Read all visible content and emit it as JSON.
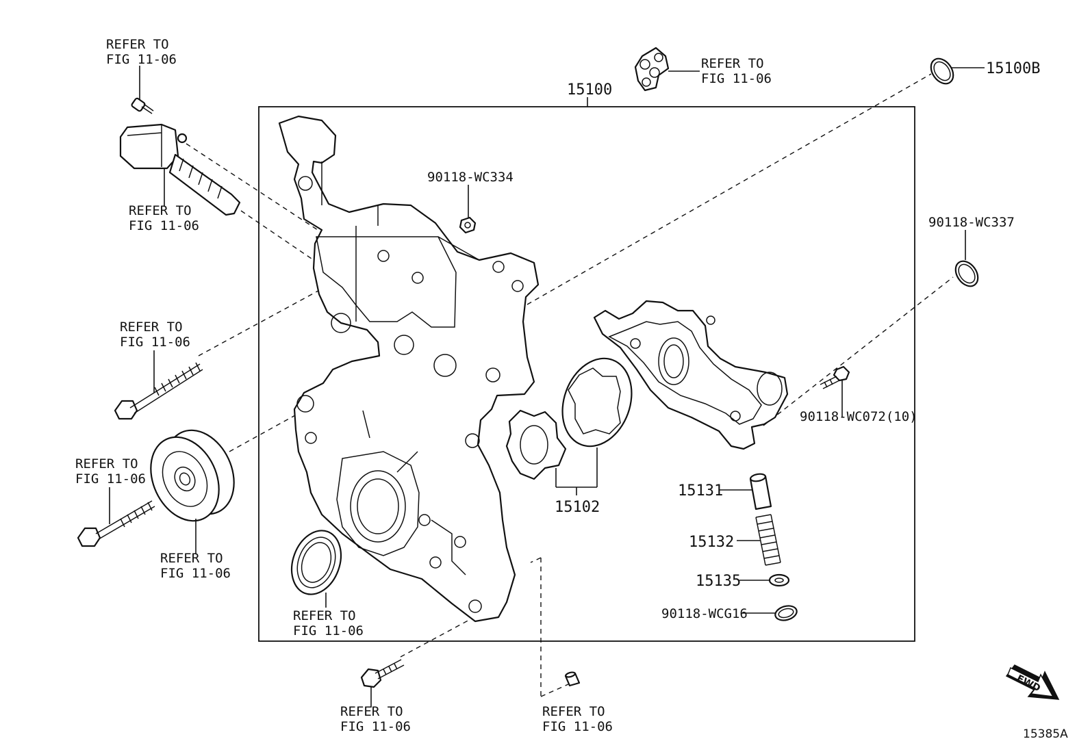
{
  "frame_label": "15100",
  "refer_note": [
    "REFER TO",
    "FIG 11-06"
  ],
  "parts": {
    "p15100b": "15100B",
    "p90118_wc334": "90118-WC334",
    "p90118_wc337": "90118-WC337",
    "p90118_wc072": "90118-WC072(10)",
    "p15102": "15102",
    "p15131": "15131",
    "p15132": "15132",
    "p15135": "15135",
    "p90118_wcg16": "90118-WCG16"
  },
  "fwd_label": "FWD",
  "figure_id": "15385A"
}
